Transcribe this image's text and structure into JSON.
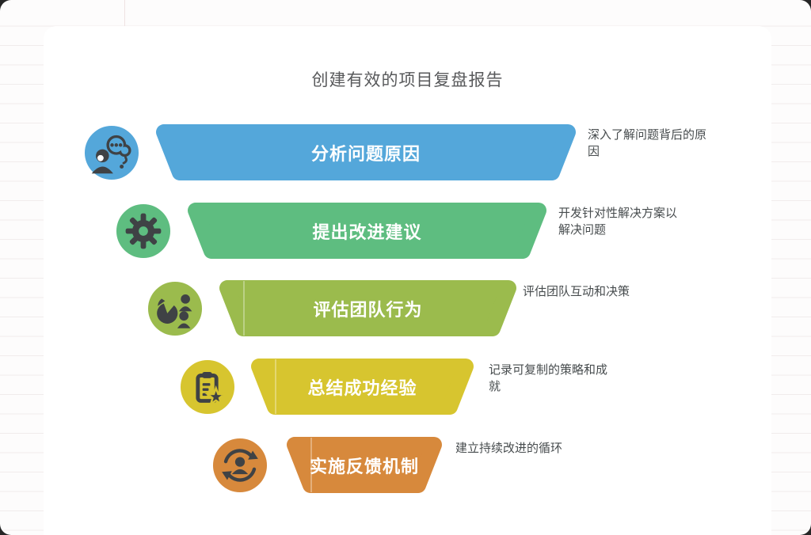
{
  "title": "创建有效的项目复盘报告",
  "funnel": {
    "type": "funnel-diagram",
    "stages": [
      {
        "label": "分析问题原因",
        "description": "深入了解问题背后的原因",
        "color": "#54a7da",
        "icon": "person-thinking-icon"
      },
      {
        "label": "提出改进建议",
        "description": "开发针对性解决方案以解决问题",
        "color": "#5ebd80",
        "icon": "gear-icon"
      },
      {
        "label": "评估团队行为",
        "description": "评估团队互动和决策",
        "color": "#9bbb4d",
        "icon": "pie-chart-people-icon"
      },
      {
        "label": "总结成功经验",
        "description": "记录可复制的策略和成就",
        "color": "#d7c52f",
        "icon": "clipboard-star-icon"
      },
      {
        "label": "实施反馈机制",
        "description": "建立持续改进的循环",
        "color": "#d7893c",
        "icon": "person-refresh-icon"
      }
    ]
  },
  "colors": {
    "glyph": "#3f4245",
    "title_text": "#58595b",
    "description_text": "#474c4e",
    "card_background": "#ffffff",
    "ruled_line": "#f1ecec",
    "bar_label_text": "#ffffff"
  }
}
